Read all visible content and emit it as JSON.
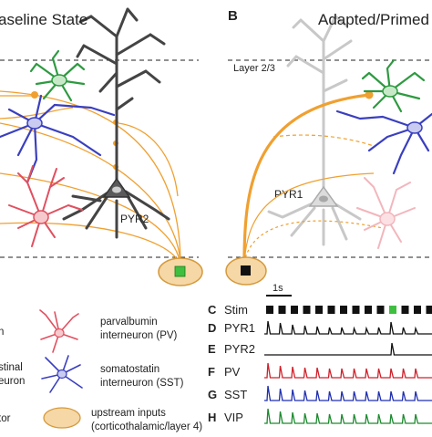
{
  "panel_a": {
    "title": "aseline State",
    "pyr2_label": "PYR2"
  },
  "panel_b": {
    "letter": "B",
    "title": "Adapted/Primed S",
    "layer_label": "Layer 2/3",
    "pyr1_label": "PYR1"
  },
  "legend": {
    "left_line1": "n",
    "left_line2": "stinal",
    "left_line3": "euron",
    "left_line4": "tor",
    "pv_line1": "parvalbumin",
    "pv_line2": "interneuron (PV)",
    "sst_line1": "somatostatin",
    "sst_line2": "interneuron (SST)",
    "up_line1": "upstream inputs",
    "up_line2": "(corticothalamic/layer 4)"
  },
  "traces": {
    "scale_label": "1s",
    "rows": [
      {
        "letter": "C",
        "name": "Stim",
        "color": "#111111"
      },
      {
        "letter": "D",
        "name": "PYR1",
        "color": "#111111"
      },
      {
        "letter": "E",
        "name": "PYR2",
        "color": "#111111"
      },
      {
        "letter": "F",
        "name": "PV",
        "color": "#d0202a"
      },
      {
        "letter": "G",
        "name": "SST",
        "color": "#1f2fb0"
      },
      {
        "letter": "H",
        "name": "VIP",
        "color": "#1c8a2e"
      }
    ]
  },
  "colors": {
    "orange": "#f0a030",
    "pyr": "#555555",
    "pyr_faded": "#bdbdbd",
    "pv": "#e05060",
    "sst": "#3a3fbf",
    "vip": "#2e9a40",
    "upstream_fill": "#f6d7a6",
    "upstream_stroke": "#d59a3c",
    "stim_green": "#3fbf3f"
  }
}
